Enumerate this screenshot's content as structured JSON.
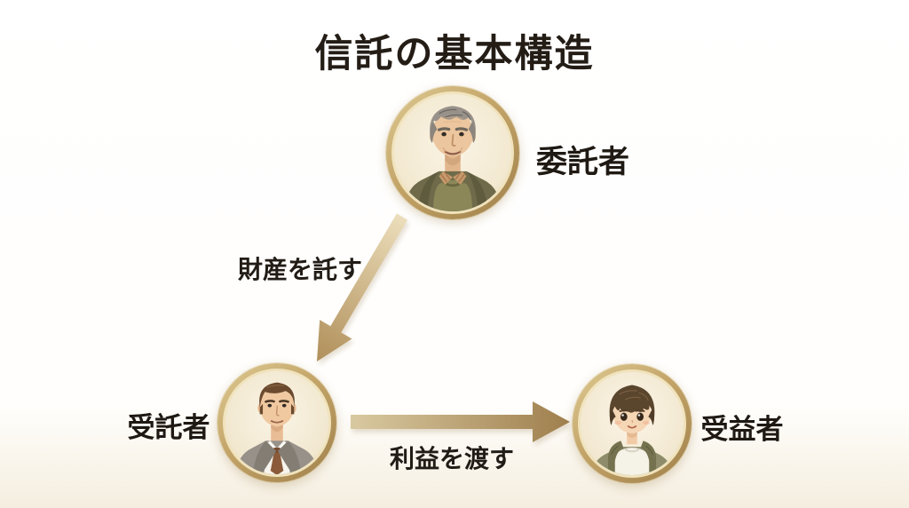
{
  "title": "信託の基本構造",
  "diagram": {
    "nodes": [
      {
        "id": "settlor",
        "label": "委託者",
        "icon": "elder-man-portrait"
      },
      {
        "id": "trustee",
        "label": "受託者",
        "icon": "businessman-portrait"
      },
      {
        "id": "beneficiary",
        "label": "受益者",
        "icon": "boy-portrait"
      }
    ],
    "edges": [
      {
        "from": "settlor",
        "to": "trustee",
        "label": "財産を託す"
      },
      {
        "from": "trustee",
        "to": "beneficiary",
        "label": "利益を渡す"
      }
    ]
  },
  "colors": {
    "gold_ring": "#c3a468",
    "arrow_light": "#e9d9b5",
    "arrow_dark": "#a5854f",
    "text": "#241d16",
    "portrait_background": "#f5ecd9",
    "page_bottom_tint": "#f5eedf"
  }
}
